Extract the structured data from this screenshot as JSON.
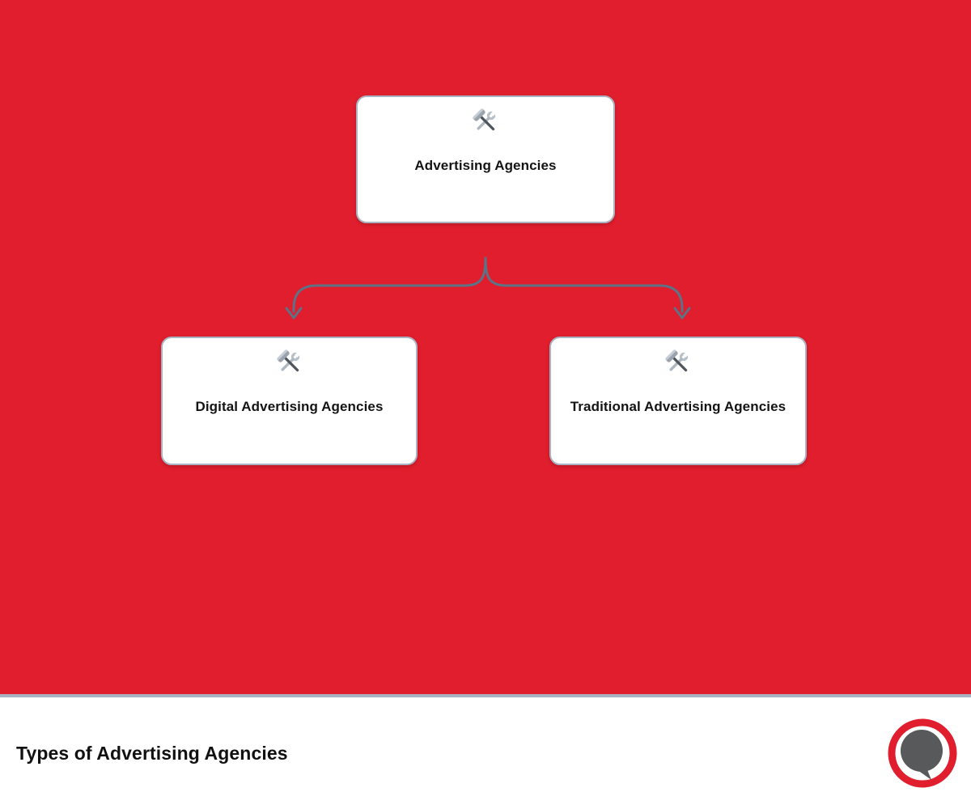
{
  "diagram": {
    "nodes": [
      {
        "id": "root",
        "label": "Advertising Agencies",
        "icon": "hammer-and-wrench"
      },
      {
        "id": "digital",
        "label": "Digital Advertising Agencies",
        "icon": "hammer-and-wrench"
      },
      {
        "id": "traditional",
        "label": "Traditional Advertising Agencies",
        "icon": "hammer-and-wrench"
      }
    ],
    "edges": [
      {
        "from": "root",
        "to": "digital"
      },
      {
        "from": "root",
        "to": "traditional"
      }
    ]
  },
  "footer": {
    "title": "Types of Advertising Agencies",
    "logo": "speech-bubble-logo"
  },
  "colors": {
    "background": "#E01E2D",
    "node_background": "#FFFFFF",
    "node_border": "#A9B4C3",
    "connector": "#5E7286",
    "divider": "#A8B2C2",
    "footer_background": "#FFFFFF",
    "title_text": "#111111",
    "logo_ring": "#E01E2D",
    "logo_bubble": "#58595B"
  }
}
